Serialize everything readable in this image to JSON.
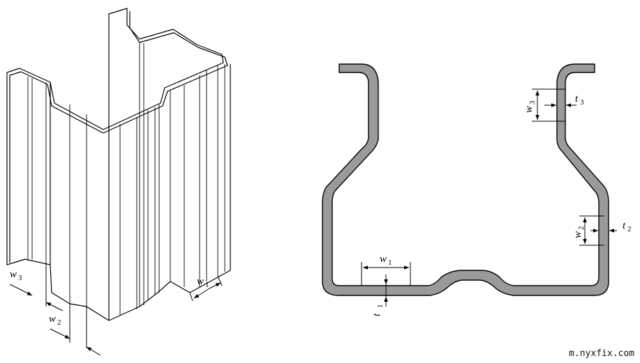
{
  "figure": {
    "isometric_view": {
      "labels": [
        {
          "id": "w1",
          "letter": "w",
          "index": "1"
        },
        {
          "id": "w2",
          "letter": "w",
          "index": "2"
        },
        {
          "id": "w3",
          "letter": "w",
          "index": "3"
        }
      ]
    },
    "cross_section_view": {
      "labels": [
        {
          "id": "w1",
          "letter": "w",
          "index": "1"
        },
        {
          "id": "t1",
          "letter": "t",
          "index": "1"
        },
        {
          "id": "w2",
          "letter": "w",
          "index": "2"
        },
        {
          "id": "t2",
          "letter": "t",
          "index": "2"
        },
        {
          "id": "w3",
          "letter": "w",
          "index": "3"
        },
        {
          "id": "t3",
          "letter": "t",
          "index": "3"
        }
      ]
    }
  },
  "watermark": "m.nyxfix.com",
  "colors": {
    "section_fill": "#9a9a9a",
    "line": "#000000",
    "background": "#ffffff"
  }
}
